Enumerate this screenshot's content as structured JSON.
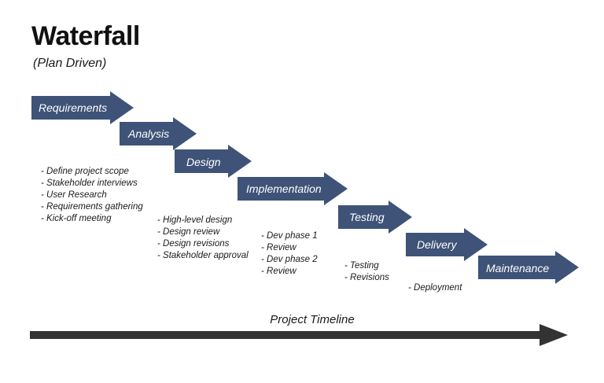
{
  "header": {
    "title": "Waterfall",
    "subtitle": "(Plan Driven)"
  },
  "colors": {
    "arrow_fill": "#3e5377",
    "arrow_label": "#ffffff",
    "text": "#1a1a1a",
    "title": "#111111",
    "timeline": "#333333",
    "background": "#ffffff"
  },
  "phases": [
    {
      "id": "requirements",
      "label": "Requirements",
      "notes": [
        "- Define project scope",
        "- Stakeholder interviews",
        "- User Research",
        "- Requirements gathering",
        "- Kick-off meeting"
      ]
    },
    {
      "id": "analysis",
      "label": "Analysis",
      "notes": []
    },
    {
      "id": "design",
      "label": "Design",
      "notes": [
        "- High-level design",
        "- Design review",
        "- Design revisions",
        "- Stakeholder approval"
      ]
    },
    {
      "id": "implementation",
      "label": "Implementation",
      "notes": [
        "- Dev phase 1",
        "- Review",
        "- Dev phase 2",
        "- Review"
      ]
    },
    {
      "id": "testing",
      "label": "Testing",
      "notes": [
        "- Testing",
        "- Revisions"
      ]
    },
    {
      "id": "delivery",
      "label": "Delivery",
      "notes": [
        "- Deployment"
      ]
    },
    {
      "id": "maintenance",
      "label": "Maintenance",
      "notes": []
    }
  ],
  "timeline": {
    "label": "Project Timeline"
  }
}
